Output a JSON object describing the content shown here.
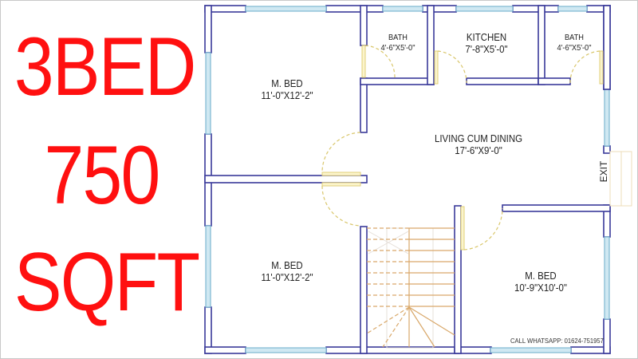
{
  "title": {
    "line1": "3BED",
    "line2": "750",
    "line3": "SQFT"
  },
  "colors": {
    "title_red": "#ff1010",
    "wall": "#3a3a9a",
    "window": "#a9d4e6",
    "door": "#e8d87a",
    "stair": "#d9a86a"
  },
  "rooms": [
    {
      "name": "M. BED",
      "dim": "11'-0\"X12'-2\""
    },
    {
      "name": "BATH",
      "dim": "4'-6\"X5'-0\""
    },
    {
      "name": "KITCHEN",
      "dim": "7'-8\"X5'-0\""
    },
    {
      "name": "BATH",
      "dim": "4'-6\"X5'-0\""
    },
    {
      "name": "LIVING CUM DINING",
      "dim": "17'-6\"X9'-0\""
    },
    {
      "name": "M. BED",
      "dim": "11'-0\"X12'-2\""
    },
    {
      "name": "M. BED",
      "dim": "10'-9\"X10'-0\""
    }
  ],
  "exit_label": "EXIT",
  "contact": "CALL WHATSAPP: 01624-751957"
}
